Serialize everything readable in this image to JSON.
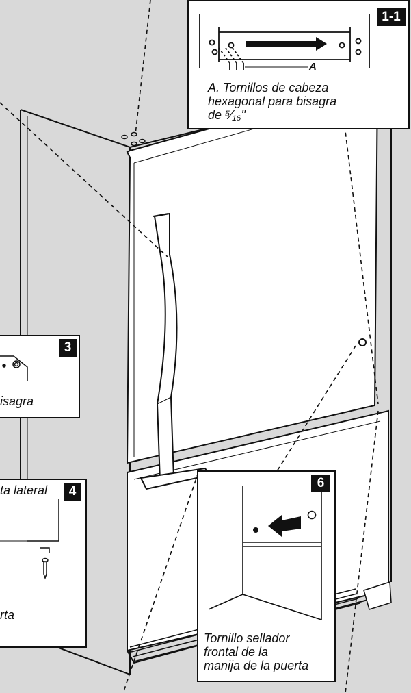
{
  "callouts": {
    "c1_1": {
      "tag": "1-1",
      "label_letter": "A",
      "caption": "A. Tornillos de cabeza\n     hexagonal para bisagra\n     de ⁵⁄₁₆\""
    },
    "c3": {
      "tag": "3",
      "caption_fragment": "isagra"
    },
    "c4": {
      "tag": "4",
      "caption_top_fragment": "ta lateral",
      "caption_bottom_fragment": "rta"
    },
    "c6": {
      "tag": "6",
      "caption": "Tornillo sellador\nfrontal de la\nmanija de la puerta"
    }
  },
  "colors": {
    "background": "#d9d9d9",
    "panel": "#ffffff",
    "line": "#111111",
    "tag_bg": "#111111"
  }
}
